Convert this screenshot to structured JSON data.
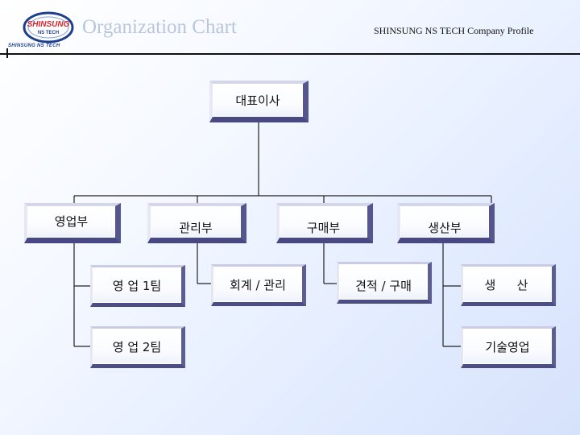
{
  "header": {
    "logo_text": "SHINSUNG",
    "logo_subtext": "NS TECH",
    "logo_caption": "SHINSUNG NS TECH",
    "title": "Organization Chart",
    "company": "SHINSUNG NS TECH Company Profile"
  },
  "org": {
    "ceo": "대표이사",
    "departments": [
      {
        "name": "영업부",
        "teams": [
          "영 업 1팀",
          "영 업 2팀"
        ]
      },
      {
        "name": "관리부",
        "teams": [
          "회계 / 관리"
        ]
      },
      {
        "name": "구매부",
        "teams": [
          "견적 / 구매"
        ]
      },
      {
        "name": "생산부",
        "teams": [
          "생   산",
          "기술영업"
        ]
      }
    ]
  },
  "colors": {
    "logo_red": "#d8252b",
    "logo_blue": "#1d3f8e",
    "title_gray": "#b9c6dd",
    "box_shadow_purple": "#4c4d85"
  }
}
